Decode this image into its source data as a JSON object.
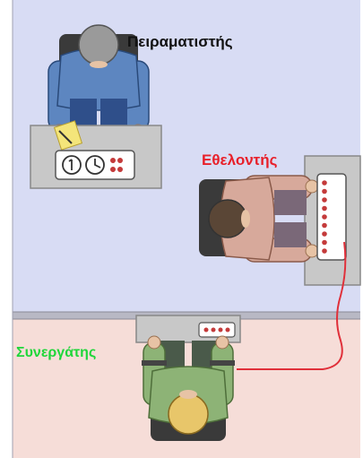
{
  "labels": {
    "experimenter": "Πειραματιστής",
    "volunteer": "Εθελοντής",
    "collaborator": "Συνεργάτης"
  },
  "colors": {
    "upper_room": "#d8dcf4",
    "lower_room": "#f6ddd8",
    "experimenter_label": "#111111",
    "volunteer_label": "#e8202a",
    "collaborator_label": "#1fd63a",
    "wire": "#e0303a",
    "desk": "#c8c8c8",
    "shirt_blue": "#5d86c0",
    "shirt_pink": "#d7a99b",
    "shirt_green": "#8db376",
    "buttons": "#c43a3a"
  },
  "icons": [
    "clock-dial-icon",
    "clock-icon",
    "button-grid-icon",
    "notepad-icon",
    "pencil-icon",
    "button-panel-icon"
  ]
}
